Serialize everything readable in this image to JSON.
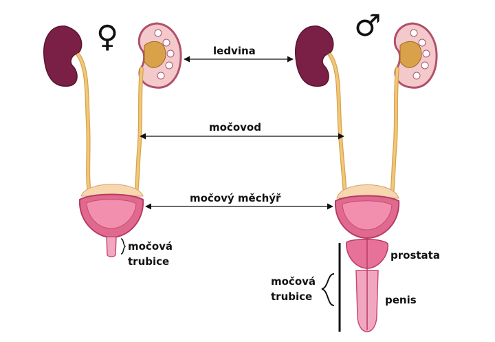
{
  "symbols": {
    "female": "♀",
    "male": "♂"
  },
  "labels": {
    "kidney": "ledvina",
    "ureter": "močovod",
    "bladder": "močový měchýř",
    "urethra_line1": "močová",
    "urethra_line2": "trubice",
    "prostate": "prostata",
    "penis": "penis"
  },
  "colors": {
    "kidney_dark": "#7a1f45",
    "kidney_light": "#f3c9cc",
    "pelvis": "#d9a24a",
    "ureter": "#f0c87a",
    "bladder": "#e06a8e",
    "bladder_top": "#f6d7b0",
    "prostate": "#e8719a",
    "penis": "#f2a7c0"
  }
}
